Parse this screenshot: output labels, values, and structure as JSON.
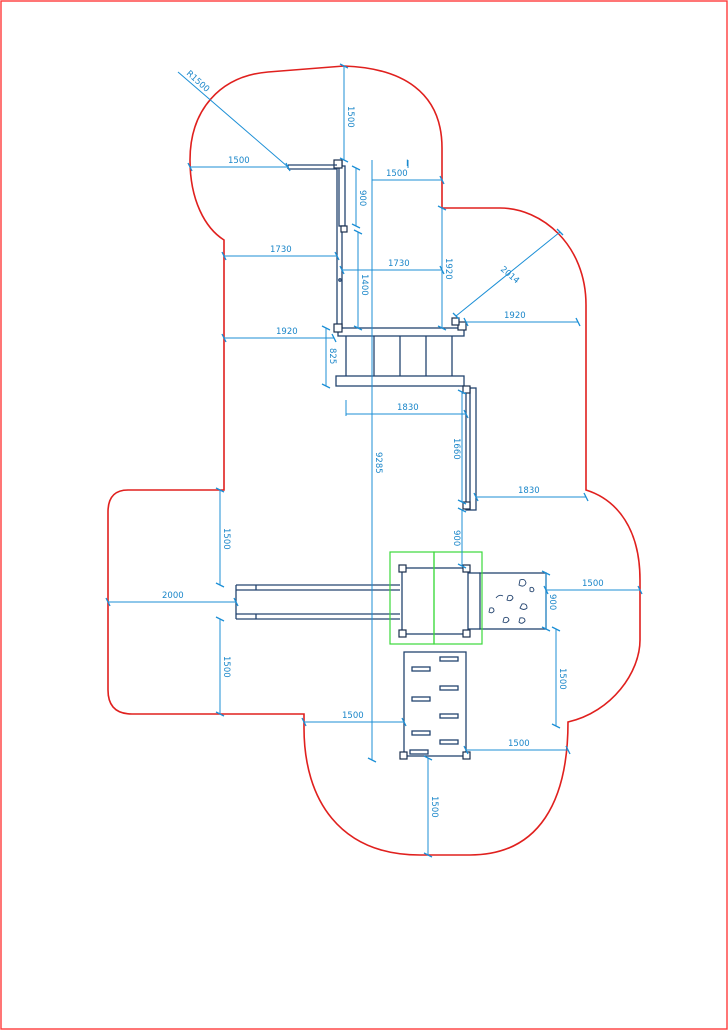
{
  "dimensions": {
    "radius_label": "R1500",
    "top_offset_w": "1500",
    "top_offset_h": "1500",
    "tower_top_w": "1500",
    "tower_top_h": "900",
    "tower_marker": "I",
    "left_offset_mid": "1730",
    "tower_mid_w": "1730",
    "tower_mid_h": "1400",
    "right_tower_h": "1920",
    "diagonal": "2014",
    "left_offset_low": "1920",
    "right_offset_upper": "1920",
    "platform_h": "825",
    "bridge_w": "1830",
    "ramp_h": "1660",
    "right_offset_mid": "1830",
    "overall_length": "9285",
    "tower2_gap": "900",
    "left_offset_upper": "1500",
    "slide_length": "2000",
    "rock_wall_w": "1500",
    "rock_wall_h": "900",
    "left_offset_lower": "1500",
    "right_offset_lower": "1500",
    "ladder_left": "1500",
    "ladder_right": "1500",
    "bottom_offset": "1500"
  }
}
